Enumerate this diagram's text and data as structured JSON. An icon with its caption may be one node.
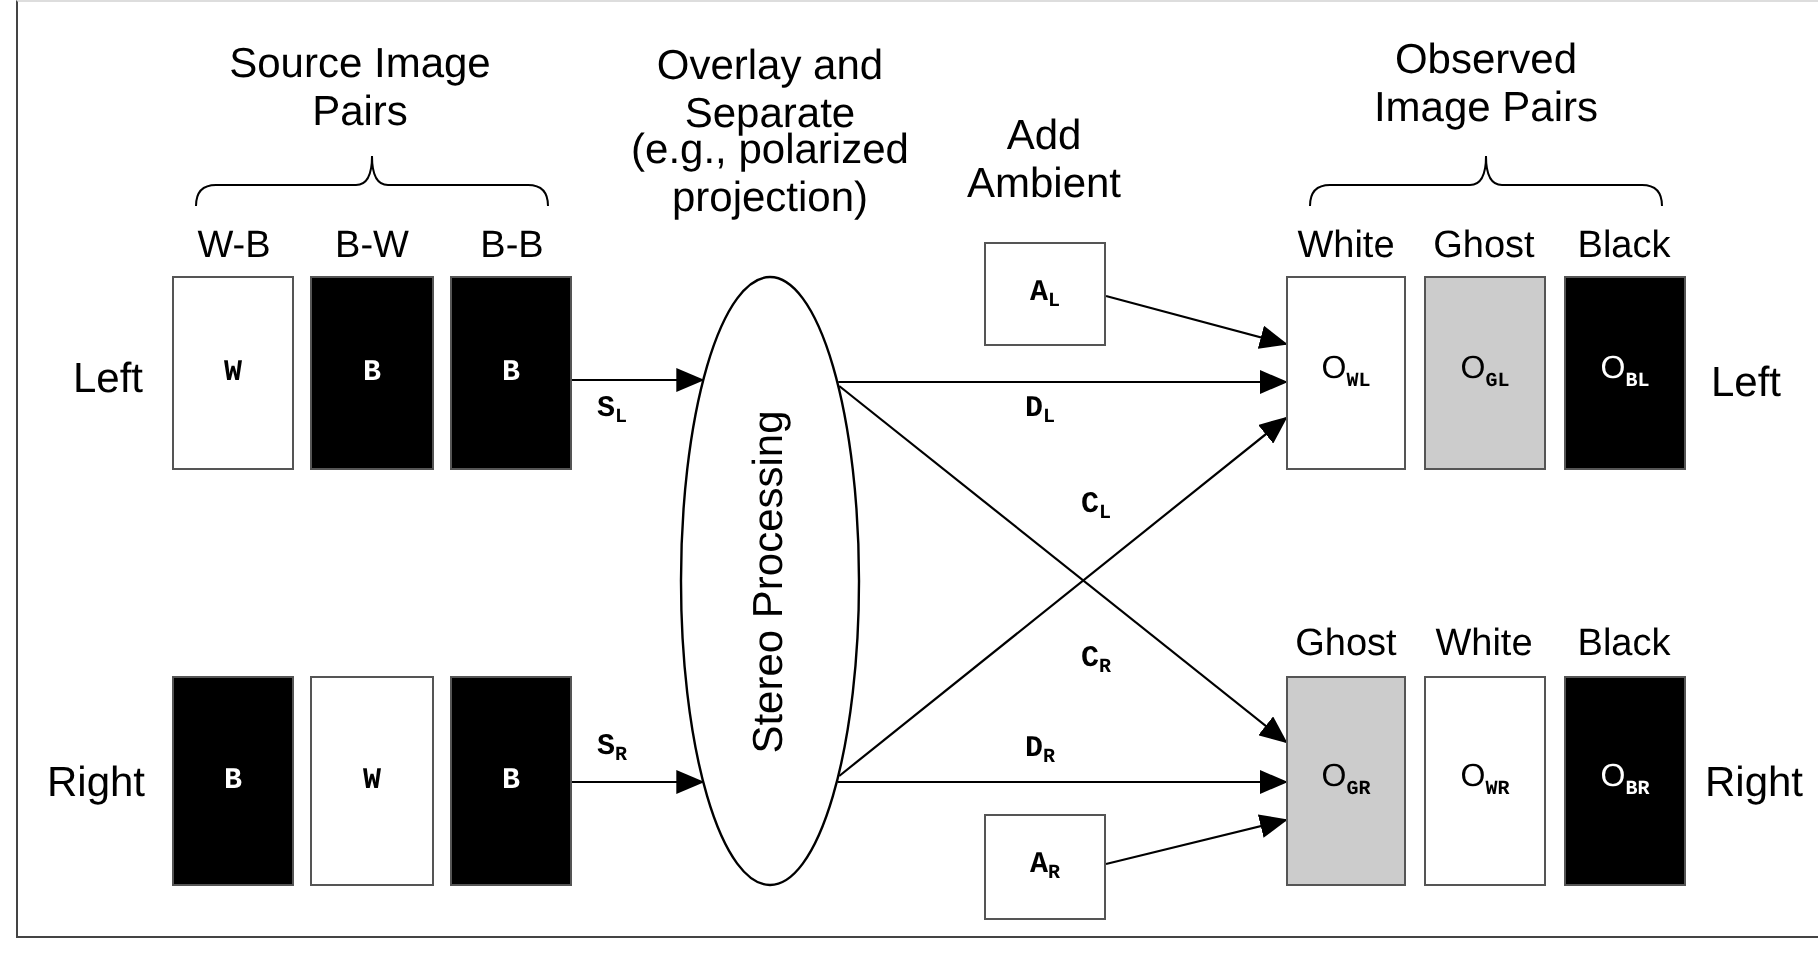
{
  "diagram": {
    "nodes": [
      {
        "text": [
          "W"
        ]
      },
      {
        "text": [
          "B"
        ]
      },
      {
        "text": [
          "B"
        ]
      },
      {
        "text": [
          "B"
        ]
      },
      {
        "text": [
          "W"
        ]
      },
      {
        "text": [
          "B"
        ]
      },
      {
        "text": [
          "Stereo Processing"
        ]
      },
      {
        "text": [
          "A$_{L}$"
        ]
      },
      {
        "text": [
          "A$_{R}$"
        ]
      },
      {
        "text": [
          "O$_{WL}$"
        ]
      },
      {
        "text": [
          "O$_{GL}$"
        ]
      },
      {
        "text": [
          "O$_{BL}$"
        ]
      },
      {
        "text": [
          "O$_{GR}$"
        ]
      },
      {
        "text": [
          "O$_{WR}$"
        ]
      },
      {
        "text": [
          "O$_{BR}$"
        ]
      }
    ],
    "edges": [
      {
        "from": 2,
        "to": 6,
        "arrow": "to",
        "label": "S$_{L}$"
      },
      {
        "from": 5,
        "to": 6,
        "arrow": "to",
        "label": "S$_{R}$"
      },
      {
        "from": 6,
        "to": 9,
        "arrow": "to",
        "label": "D$_{L}$"
      },
      {
        "from": 6,
        "to": 12,
        "arrow": "to",
        "label": "C$_{R}$"
      },
      {
        "from": 6,
        "to": 9,
        "arrow": "to",
        "label": "C$_{L}$"
      },
      {
        "from": 6,
        "to": 12,
        "arrow": "to",
        "label": "D$_{R}$"
      },
      {
        "from": 7,
        "to": 9,
        "arrow": "to"
      },
      {
        "from": 8,
        "to": 12,
        "arrow": "to"
      }
    ],
    "labels": [
      "Source Image Pairs",
      "Overlay and Separate",
      "(e.g., polarized projection)",
      "Add Ambient",
      "Observed Image Pairs",
      "W-B",
      "B-W",
      "B-B",
      "White",
      "Ghost",
      "Black",
      "Left",
      "Left",
      "Ghost",
      "White",
      "Black",
      "Right",
      "Right"
    ]
  }
}
